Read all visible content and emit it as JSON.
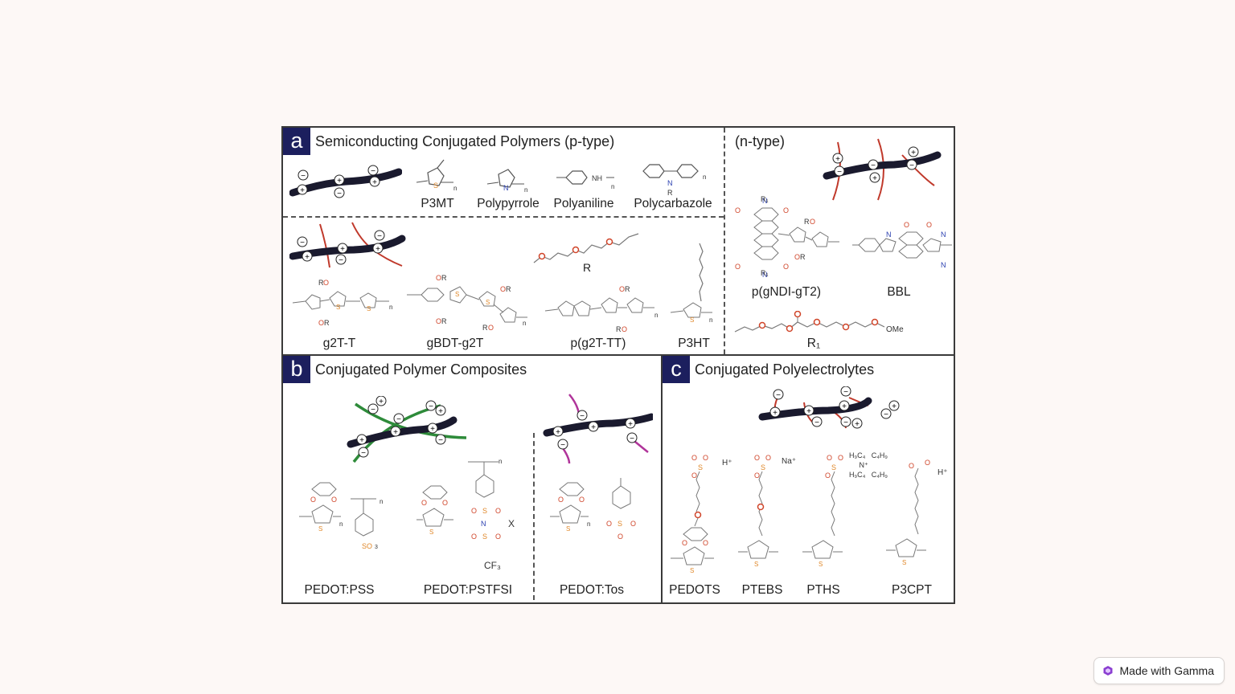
{
  "panel_a": {
    "badge": "a",
    "title": "Semiconducting Conjugated Polymers (p-type)",
    "n_type_title": "(n-type)",
    "row1_labels": [
      "P3MT",
      "Polypyrrole",
      "Polyaniline",
      "Polycarbazole"
    ],
    "row2_labels": [
      "g2T-T",
      "gBDT-g2T",
      "p(g2T-TT)",
      "P3HT"
    ],
    "side_chain_label": "R",
    "ntype_labels": [
      "p(gNDI-gT2)",
      "BBL"
    ],
    "r1_label": "R₁",
    "r1_end": "OMe"
  },
  "panel_b": {
    "badge": "b",
    "title": "Conjugated Polymer Composites",
    "labels": [
      "PEDOT:PSS",
      "PEDOT:PSTFSI",
      "PEDOT:Tos"
    ],
    "counterion": "X",
    "cf3": "CF₃"
  },
  "panel_c": {
    "badge": "c",
    "title": "Conjugated Polyelectrolytes",
    "labels": [
      "PEDOTS",
      "PTEBS",
      "PTHS",
      "P3CPT"
    ],
    "ions": [
      "H⁺",
      "Na⁺",
      "H⁺"
    ]
  },
  "footer": {
    "gamma_label": "Made with Gamma"
  },
  "colors": {
    "badge": "#1c1f5e",
    "chain": "#1a1a2e",
    "red_chain": "#c0392b",
    "green_chain": "#2e8b3a",
    "magenta": "#b0349a",
    "sulfur": "#e0882a",
    "oxygen": "#d0452a",
    "nitrogen": "#2a3fb0"
  }
}
